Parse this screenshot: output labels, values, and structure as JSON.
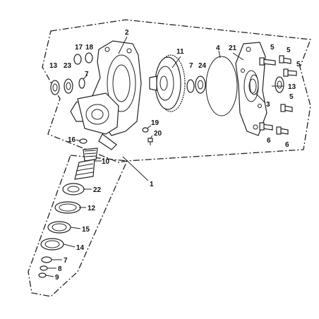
{
  "diagram": {
    "callouts": {
      "c1": "1",
      "c2": "2",
      "c3": "3",
      "c4": "4",
      "c5a": "5",
      "c5b": "5",
      "c5c": "5",
      "c5d": "5",
      "c6a": "6",
      "c6b": "6",
      "c7a": "7",
      "c7b": "7",
      "c7c": "7",
      "c8": "8",
      "c9": "9",
      "c10": "10",
      "c11": "11",
      "c12": "12",
      "c13a": "13",
      "c13b": "13",
      "c14": "14",
      "c15": "15",
      "c16": "16",
      "c17": "17",
      "c18": "18",
      "c19": "19",
      "c20": "20",
      "c21": "21",
      "c22": "22",
      "c23": "23",
      "c24": "24"
    }
  }
}
